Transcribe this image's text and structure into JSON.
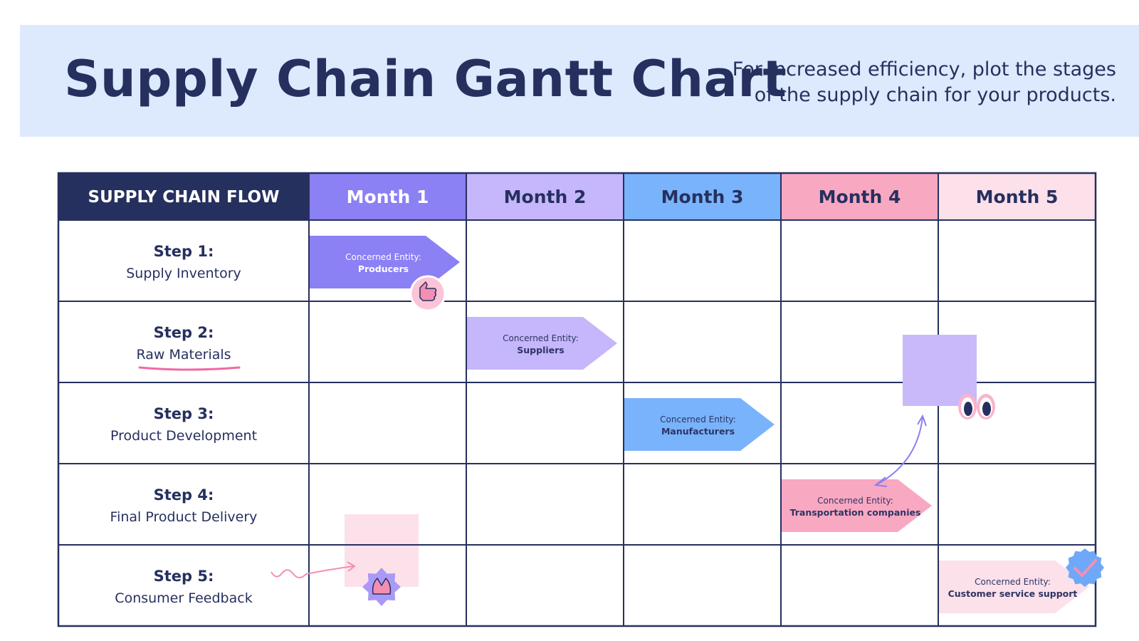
{
  "header": {
    "title": "Supply Chain Gantt Chart",
    "subtitle_line1": "For increased efficiency, plot the stages",
    "subtitle_line2": "of the supply chain for your products."
  },
  "chart_data": {
    "type": "table",
    "row_header": "SUPPLY CHAIN FLOW",
    "columns": [
      {
        "label": "Month 1",
        "color": "#8b80f4",
        "text_color": "#ffffff"
      },
      {
        "label": "Month 2",
        "color": "#c6b6fb",
        "text_color": "#26305f"
      },
      {
        "label": "Month 3",
        "color": "#79b3fb",
        "text_color": "#26305f"
      },
      {
        "label": "Month 4",
        "color": "#f9a8c2",
        "text_color": "#26305f"
      },
      {
        "label": "Month 5",
        "color": "#fce0ea",
        "text_color": "#26305f"
      }
    ],
    "rows": [
      {
        "step": "Step 1:",
        "name": "Supply Inventory"
      },
      {
        "step": "Step 2:",
        "name": "Raw Materials"
      },
      {
        "step": "Step 3:",
        "name": "Product Development"
      },
      {
        "step": "Step 4:",
        "name": "Final Product Delivery"
      },
      {
        "step": "Step 5:",
        "name": "Consumer Feedback"
      }
    ],
    "tasks": [
      {
        "row": 1,
        "month": 1,
        "label": "Concerned Entity:",
        "entity": "Producers",
        "color": "#8b80f4",
        "label_color": "#ffffff"
      },
      {
        "row": 2,
        "month": 2,
        "label": "Concerned Entity:",
        "entity": "Suppliers",
        "color": "#c6b6fb",
        "label_color": "#2d3563"
      },
      {
        "row": 3,
        "month": 3,
        "label": "Concerned Entity:",
        "entity": "Manufacturers",
        "color": "#79b3fb",
        "label_color": "#2d3563"
      },
      {
        "row": 4,
        "month": 4,
        "label": "Concerned Entity:",
        "entity": "Transportation companies",
        "color": "#f9a8c2",
        "label_color": "#2d3563"
      },
      {
        "row": 5,
        "month": 5,
        "label": "Concerned Entity:",
        "entity": "Customer service support",
        "color": "#fce0ea",
        "label_color": "#2d3563"
      }
    ],
    "colors": {
      "header_dark": "#26305f",
      "grid": "#26305f"
    }
  },
  "decorations": {
    "icons": [
      "thumbs-up-sticker",
      "googly-eyes-sticker",
      "clapping-hands-sticker",
      "check-badge-sticker"
    ]
  }
}
